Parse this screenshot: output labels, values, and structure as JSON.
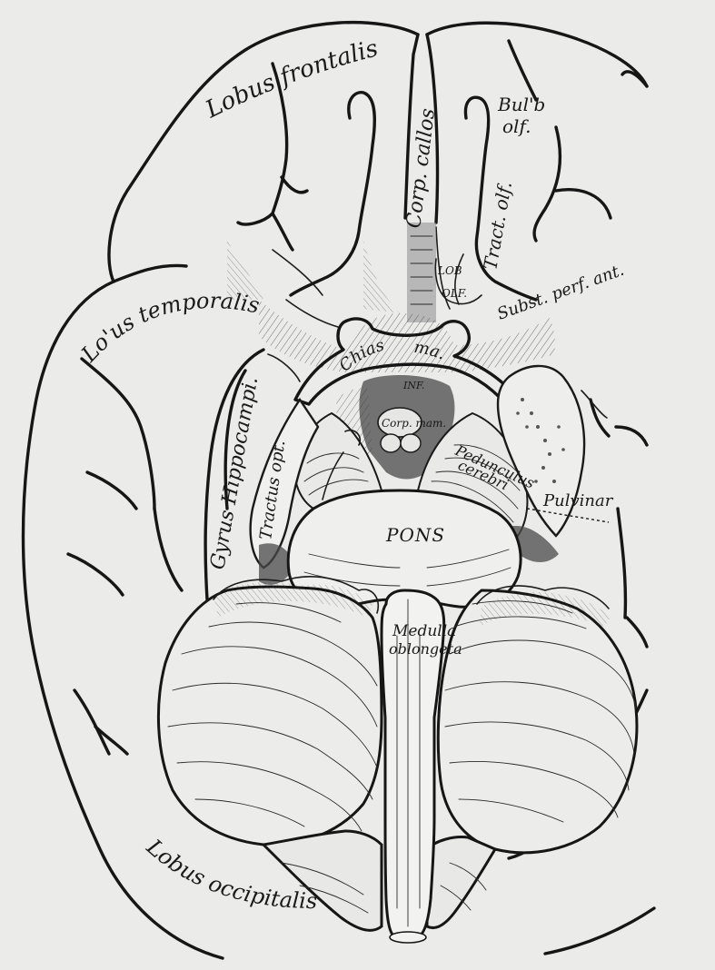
{
  "labels": {
    "lobus_frontalis": "Lobus frontalis.",
    "corp_callos": "Corp. callos",
    "bulb_olf_1": "Bul'b",
    "bulb_olf_2": "olf.",
    "tract_olf": "Tract. olf.",
    "lob_olf_1": "LOB",
    "lob_olf_2": "OLF.",
    "subst_perf_ant": "Subst. perf. ant.",
    "lobus_temporalis": "Lo'us temporalis.",
    "chiasma_1": "Chias",
    "chiasma_2": "ma.",
    "inf": "INF.",
    "corp_mam": "Corp. mam.",
    "gyrus_hippocampi": "Gyrus Hippocampi.",
    "tractus_opt": "Tractus opt.",
    "pedunculus_1": "Pedunculus",
    "pedunculus_2": "cerebri",
    "pulvinar": "Pulvinar",
    "pons": "PONS",
    "medulla_1": "Medulla",
    "medulla_2": "oblongeta",
    "lobus_occipitalis": "Lobus occipitalis"
  },
  "colors": {
    "paper": "#ebebea",
    "ink": "#161616",
    "shade": "#8d8d8d"
  }
}
